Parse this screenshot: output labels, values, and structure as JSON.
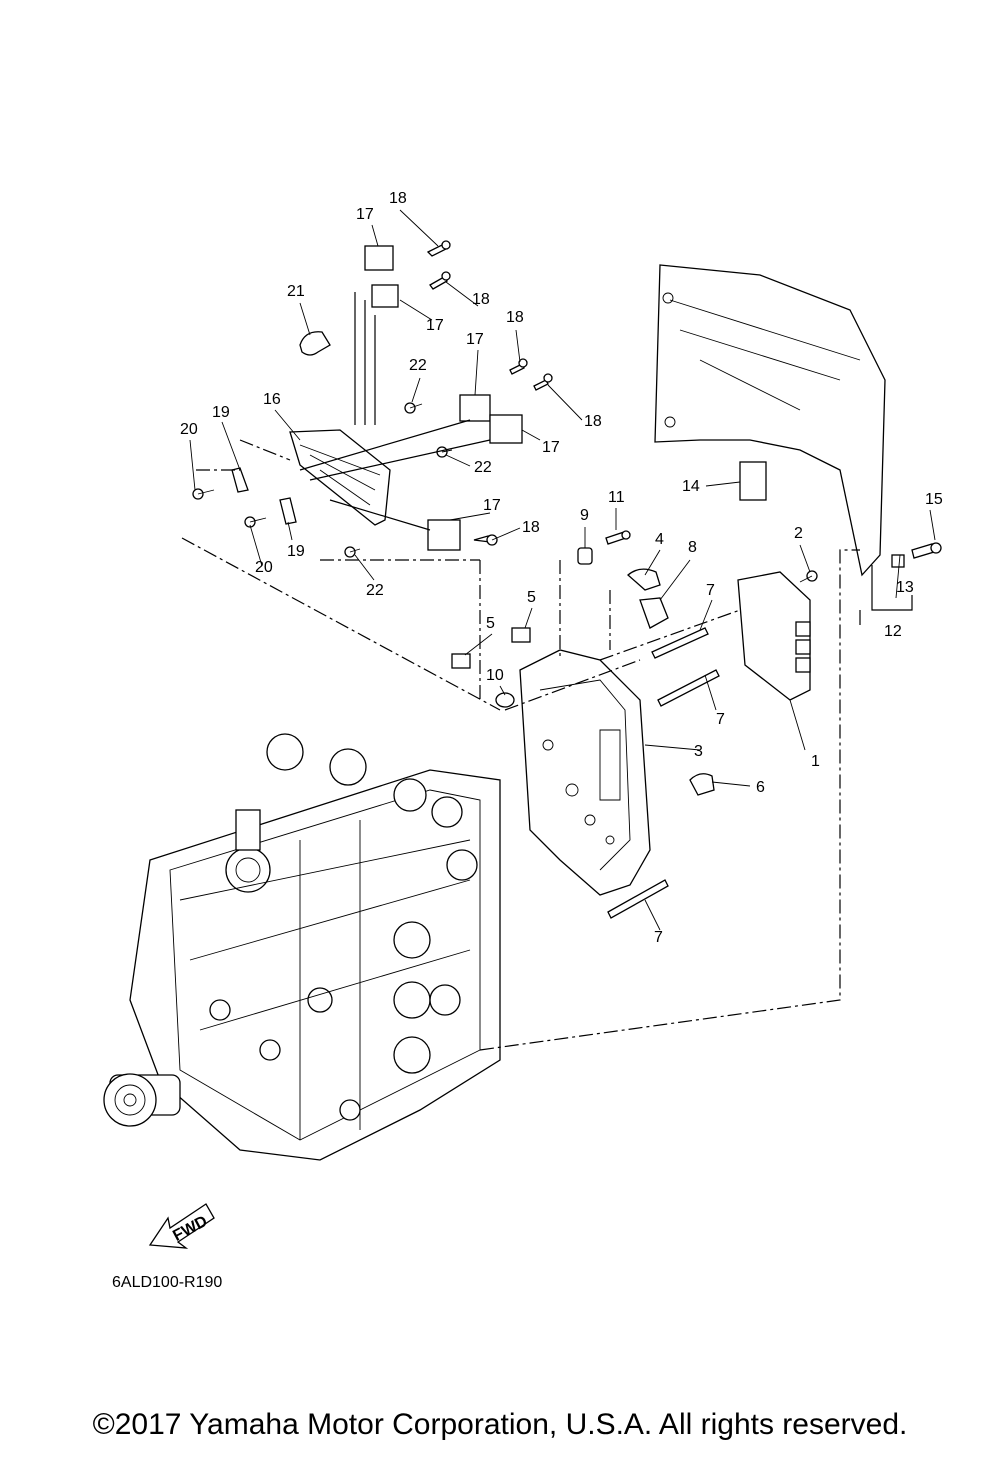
{
  "callouts": {
    "c1": "1",
    "c2": "2",
    "c3": "3",
    "c4": "4",
    "c5a": "5",
    "c5b": "5",
    "c6": "6",
    "c7a": "7",
    "c7b": "7",
    "c7c": "7",
    "c8": "8",
    "c9": "9",
    "c10": "10",
    "c11": "11",
    "c12": "12",
    "c13": "13",
    "c14": "14",
    "c15": "15",
    "c16": "16",
    "c17a": "17",
    "c17b": "17",
    "c17c": "17",
    "c17d": "17",
    "c17e": "17",
    "c18a": "18",
    "c18b": "18",
    "c18c": "18",
    "c18d": "18",
    "c18e": "18",
    "c19a": "19",
    "c19b": "19",
    "c20a": "20",
    "c20b": "20",
    "c21": "21",
    "c22a": "22",
    "c22b": "22",
    "c22c": "22"
  },
  "fwd_label": "FWD",
  "diagram_code": "6ALD100-R190",
  "copyright": "©2017 Yamaha Motor Corporation, U.S.A. All rights reserved."
}
